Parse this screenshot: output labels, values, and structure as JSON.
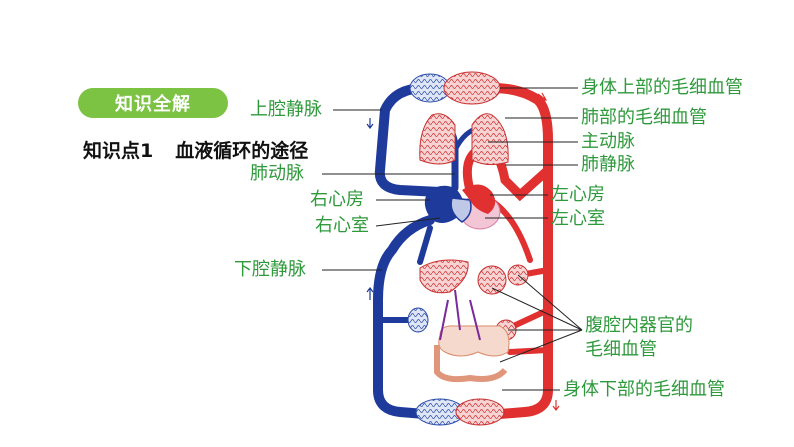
{
  "section_badge": "知识全解",
  "knowledge_point": {
    "number": "知识点1",
    "title": "血液循环的途径"
  },
  "labels": {
    "body_upper_capillaries": "身体上部的毛细血管",
    "lung_capillaries": "肺部的毛细血管",
    "aorta": "主动脉",
    "pulmonary_vein": "肺静脉",
    "left_atrium": "左心房",
    "left_ventricle": "左心室",
    "superior_vena_cava": "上腔静脉",
    "pulmonary_artery": "肺动脉",
    "right_atrium": "右心房",
    "right_ventricle": "右心室",
    "inferior_vena_cava": "下腔静脉",
    "abdominal_capillaries_1": "腹腔内器官的",
    "abdominal_capillaries_2": "毛细血管",
    "body_lower_capillaries": "身体下部的毛细血管"
  },
  "colors": {
    "badge": "#7cc344",
    "label_green": "#2f9a3c",
    "artery_red": "#e03030",
    "vein_blue": "#1e3a9a"
  }
}
